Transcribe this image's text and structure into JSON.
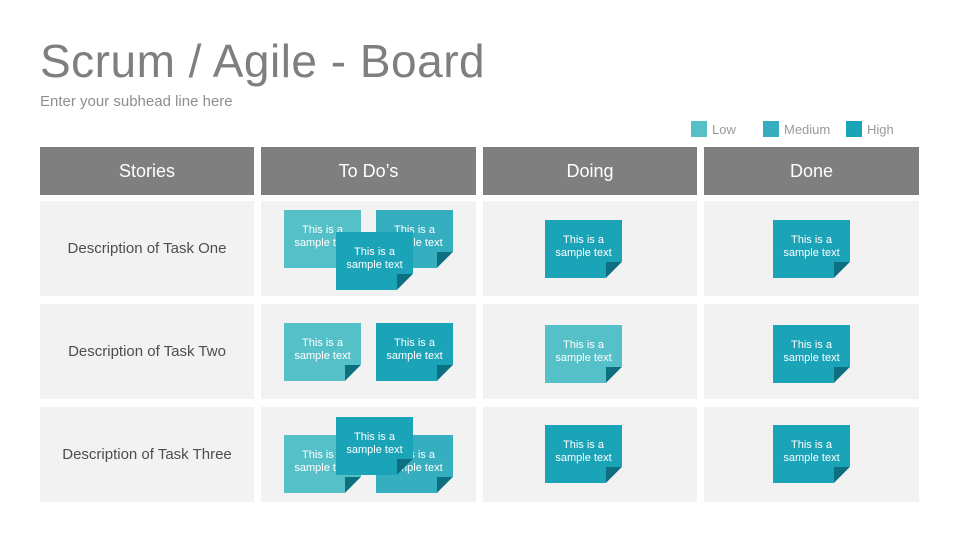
{
  "slide": {
    "title": "Scrum / Agile - Board",
    "subhead": "Enter your subhead line here"
  },
  "legend": [
    {
      "label": "Low",
      "color": "#56c0c8"
    },
    {
      "label": "Medium",
      "color": "#35aebf"
    },
    {
      "label": "High",
      "color": "#1ba3b8"
    }
  ],
  "columns": [
    {
      "label": "Stories"
    },
    {
      "label": "To Do’s"
    },
    {
      "label": "Doing"
    },
    {
      "label": "Done"
    }
  ],
  "note_text": "This is a\nsample text",
  "rows": [
    {
      "story": "Description of Task One",
      "todo": [
        "Low",
        "Medium",
        "High"
      ],
      "doing": [
        "High"
      ],
      "done": [
        "High"
      ]
    },
    {
      "story": "Description of Task Two",
      "todo": [
        "Low",
        "High"
      ],
      "doing": [
        "Low"
      ],
      "done": [
        "High"
      ]
    },
    {
      "story": "Description of Task Three",
      "todo": [
        "Low",
        "Medium",
        "High"
      ],
      "doing": [
        "High"
      ],
      "done": [
        "High"
      ]
    }
  ]
}
